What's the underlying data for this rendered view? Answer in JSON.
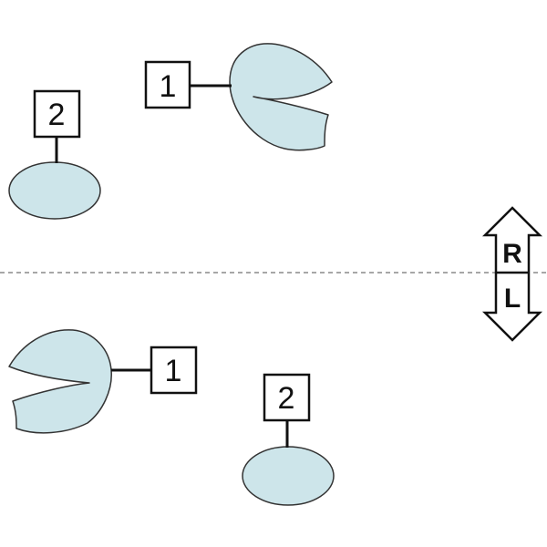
{
  "diagram": {
    "labels": {
      "upper_open": "1",
      "upper_closed": "2",
      "lower_open": "1",
      "lower_closed": "2"
    },
    "side_indicator": {
      "upper": "R",
      "lower": "L"
    },
    "colors": {
      "shape_fill": "#cde5ea",
      "outline": "#333333",
      "midline": "#8a8a8a"
    }
  }
}
